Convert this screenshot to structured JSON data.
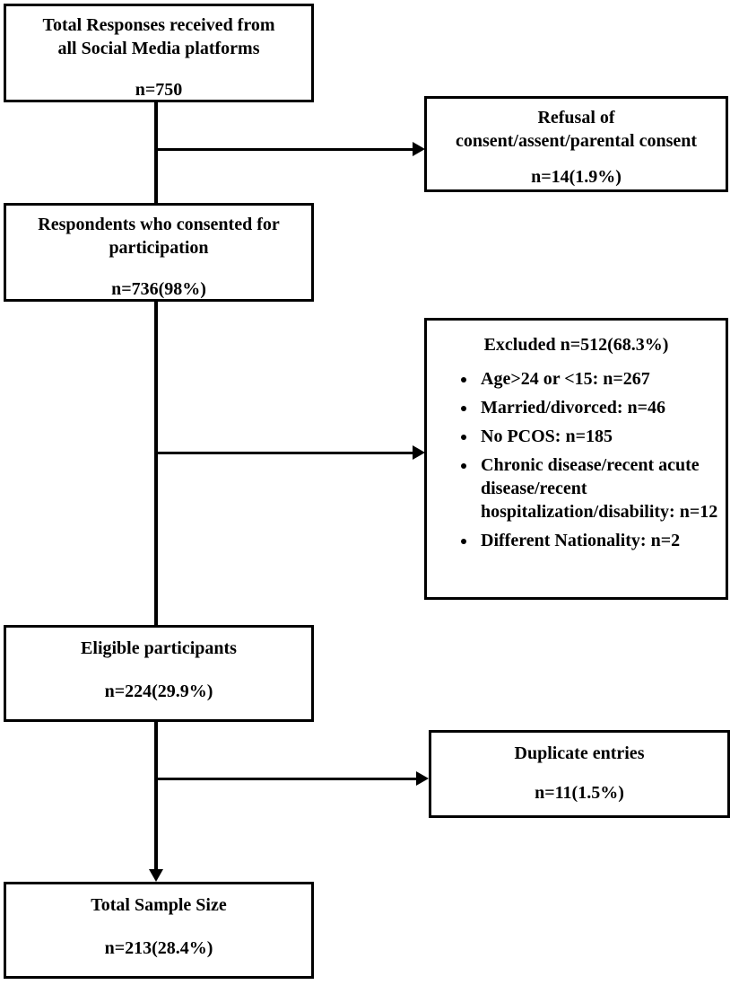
{
  "boxes": {
    "total_responses": {
      "line1": "Total Responses received from",
      "line2": "all Social Media platforms",
      "count": "n=750"
    },
    "refusal": {
      "line1": "Refusal of",
      "line2": "consent/assent/parental consent",
      "count": "n=14(1.9%)"
    },
    "consented": {
      "line1": "Respondents who consented for",
      "line2": "participation",
      "count": "n=736(98%)"
    },
    "excluded": {
      "title": "Excluded n=512(68.3%)",
      "items": [
        "Age>24 or <15: n=267",
        "Married/divorced: n=46",
        "No PCOS: n=185",
        "Chronic disease/recent acute disease/recent hospitalization/disability: n=12",
        "Different Nationality: n=2"
      ]
    },
    "eligible": {
      "title": "Eligible participants",
      "count": "n=224(29.9%)"
    },
    "duplicates": {
      "title": "Duplicate entries",
      "count": "n=11(1.5%)"
    },
    "total_sample": {
      "title": "Total Sample Size",
      "count": "n=213(28.4%)"
    }
  }
}
